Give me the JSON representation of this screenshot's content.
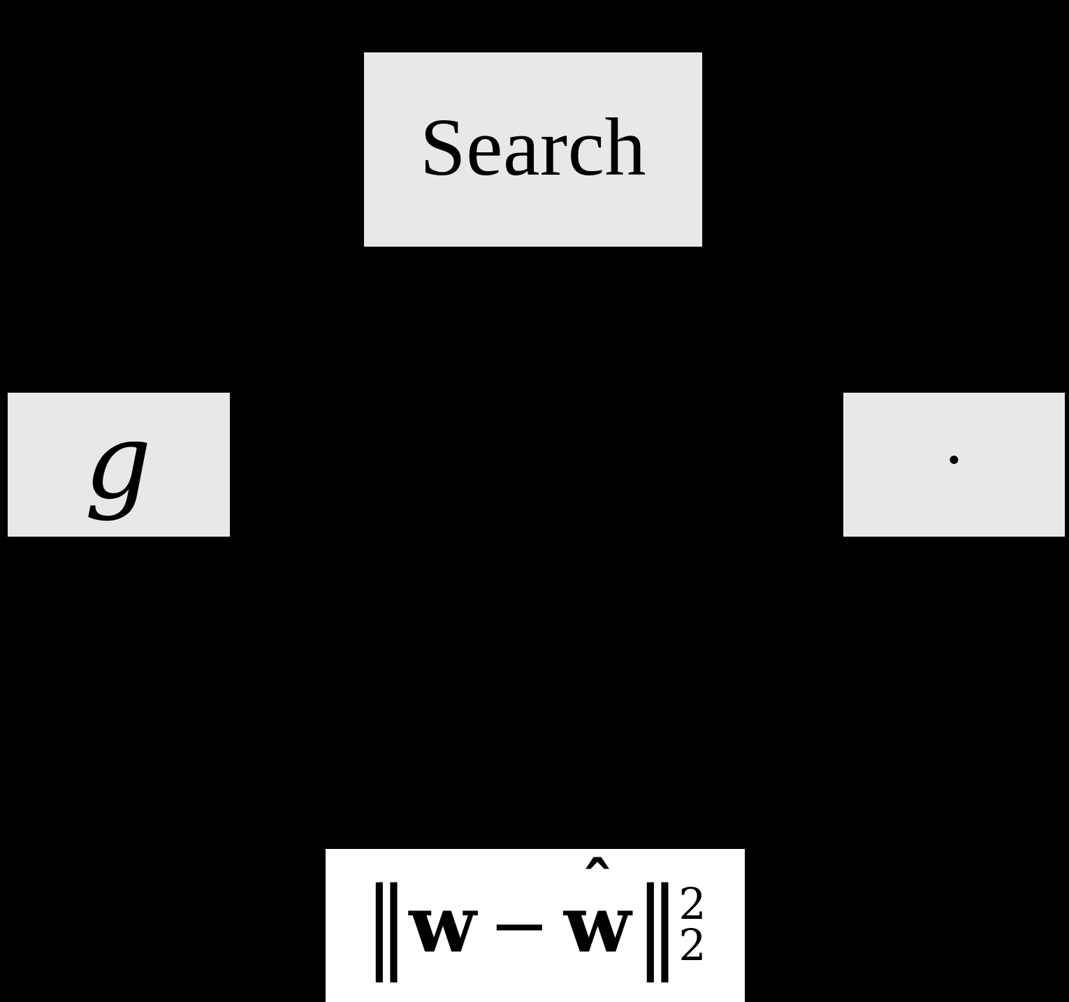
{
  "figure": {
    "background_color": "#000000",
    "node_fill_color": "#e8e8e8",
    "formula_fill_color": "#ffffff",
    "text_color": "#000000",
    "nodes": [
      {
        "id": "search",
        "label": "Search",
        "kind": "text-node",
        "position": "top-center",
        "fill": "#e8e8e8"
      },
      {
        "id": "g",
        "label": "g",
        "kind": "math-variable",
        "position": "left",
        "fill": "#e8e8e8"
      },
      {
        "id": "dot",
        "label": "·",
        "kind": "math-dot",
        "position": "right",
        "fill": "#e8e8e8"
      }
    ],
    "formula": {
      "id": "l2-norm-squared",
      "plain": "||w - ŵ||²₂",
      "open_bars": "‖",
      "vector_left": "w",
      "operator": "−",
      "vector_right": "w",
      "hat": "ˆ",
      "close_bars": "‖",
      "superscript": "2",
      "subscript": "2",
      "fill": "#ffffff"
    }
  }
}
